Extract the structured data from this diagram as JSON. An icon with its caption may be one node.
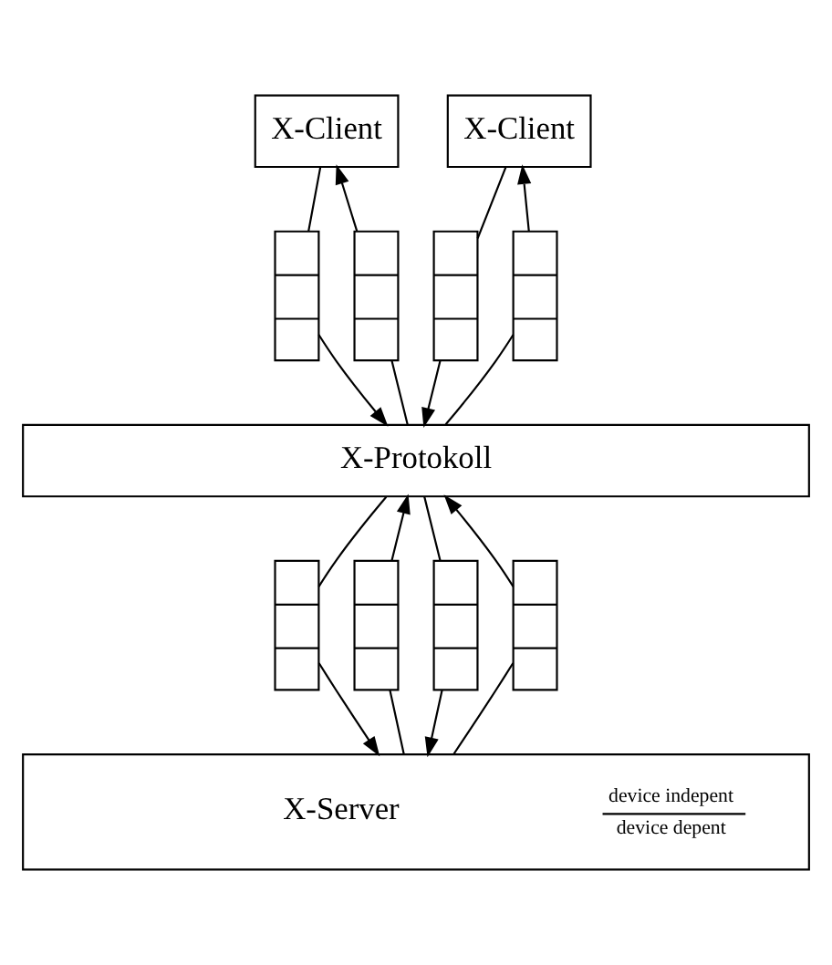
{
  "diagram": {
    "nodes": [
      {
        "text": [
          "X-Client"
        ]
      },
      {
        "text": [
          "X-Client"
        ]
      },
      {
        "text": [
          "X-Protokoll"
        ]
      },
      {
        "text": [
          "X-Server",
          "device indepent",
          "device depent"
        ]
      },
      {
        "text": [],
        "shape": "box"
      },
      {
        "text": [],
        "shape": "box"
      },
      {
        "text": [],
        "shape": "box"
      },
      {
        "text": [],
        "shape": "box"
      },
      {
        "text": [],
        "shape": "box"
      },
      {
        "text": [],
        "shape": "box"
      },
      {
        "text": [],
        "shape": "box"
      },
      {
        "text": [],
        "shape": "box"
      }
    ],
    "edges": [
      {
        "from": 0,
        "to": 4,
        "arrow": "none"
      },
      {
        "from": 4,
        "to": 2,
        "arrow": "to"
      },
      {
        "from": 2,
        "to": 5,
        "arrow": "none"
      },
      {
        "from": 5,
        "to": 0,
        "arrow": "to"
      },
      {
        "from": 1,
        "to": 6,
        "arrow": "none"
      },
      {
        "from": 6,
        "to": 2,
        "arrow": "to"
      },
      {
        "from": 2,
        "to": 7,
        "arrow": "none"
      },
      {
        "from": 7,
        "to": 1,
        "arrow": "to"
      },
      {
        "from": 2,
        "to": 8,
        "arrow": "none"
      },
      {
        "from": 8,
        "to": 3,
        "arrow": "to"
      },
      {
        "from": 3,
        "to": 9,
        "arrow": "none"
      },
      {
        "from": 9,
        "to": 2,
        "arrow": "to"
      },
      {
        "from": 2,
        "to": 10,
        "arrow": "none"
      },
      {
        "from": 10,
        "to": 3,
        "arrow": "to"
      },
      {
        "from": 3,
        "to": 11,
        "arrow": "none"
      },
      {
        "from": 11,
        "to": 2,
        "arrow": "to"
      }
    ]
  }
}
